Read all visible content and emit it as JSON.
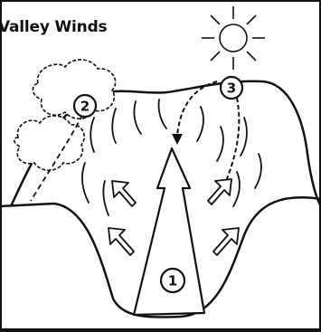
{
  "title": "Valley Winds",
  "markers": [
    {
      "id": "1",
      "label": "1"
    },
    {
      "id": "2",
      "label": "2"
    },
    {
      "id": "3",
      "label": "3"
    }
  ],
  "colors": {
    "ink": "#111111",
    "background": "#ffffff"
  },
  "icons": [
    "sun-icon",
    "cloud-icon",
    "valley-wind-arrow",
    "upslope-arrow",
    "downslope-dashed-arrow"
  ]
}
